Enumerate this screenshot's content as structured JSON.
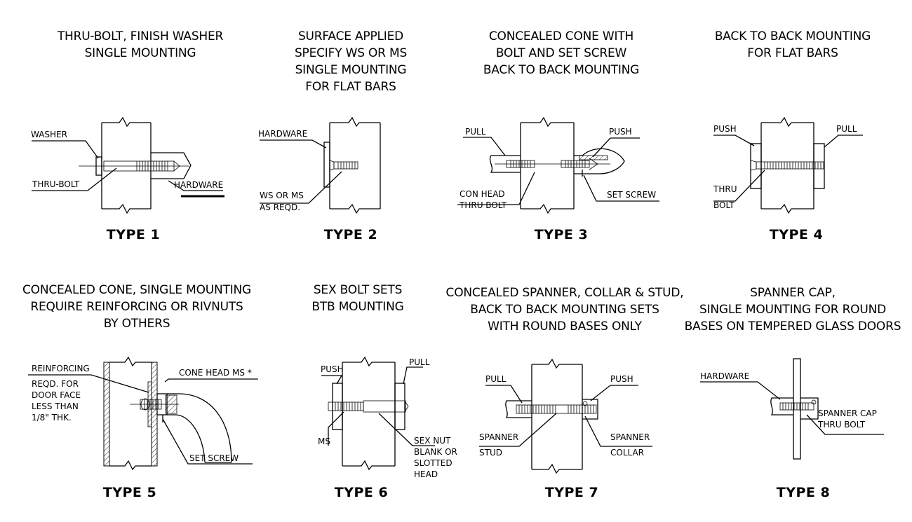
{
  "panels": [
    {
      "id": "type1",
      "heading": [
        "THRU-BOLT, FINISH WASHER",
        "SINGLE MOUNTING"
      ],
      "type_label": "TYPE 1",
      "callouts": {
        "washer": "WASHER",
        "thru_bolt": "THRU-BOLT",
        "hardware": "HARDWARE"
      }
    },
    {
      "id": "type2",
      "heading": [
        "SURFACE APPLIED",
        "SPECIFY WS OR MS",
        "SINGLE MOUNTING",
        "FOR FLAT BARS"
      ],
      "type_label": "TYPE 2",
      "callouts": {
        "hardware": "HARDWARE",
        "ws_ms_1": "WS OR MS",
        "ws_ms_2": "AS REQD."
      }
    },
    {
      "id": "type3",
      "heading": [
        "CONCEALED CONE WITH",
        "BOLT AND SET SCREW",
        "BACK TO BACK MOUNTING"
      ],
      "type_label": "TYPE 3",
      "callouts": {
        "pull": "PULL",
        "push": "PUSH",
        "con_head_1": "CON HEAD",
        "con_head_2": "THRU BOLT",
        "set_screw": "SET SCREW"
      }
    },
    {
      "id": "type4",
      "heading": [
        "BACK TO BACK MOUNTING",
        "FOR FLAT BARS"
      ],
      "type_label": "TYPE 4",
      "callouts": {
        "push": "PUSH",
        "pull": "PULL",
        "thru_1": "THRU",
        "thru_2": "BOLT"
      }
    },
    {
      "id": "type5",
      "heading": [
        "CONCEALED CONE, SINGLE MOUNTING",
        "REQUIRE REINFORCING OR RIVNUTS",
        "BY OTHERS"
      ],
      "type_label": "TYPE 5",
      "callouts": {
        "reinf_1": "REINFORCING",
        "reinf_2": "REQD. FOR",
        "reinf_3": "DOOR FACE",
        "reinf_4": "LESS THAN",
        "reinf_5": "1/8\" THK.",
        "cone_head": "CONE HEAD MS *",
        "set_screw": "SET SCREW"
      }
    },
    {
      "id": "type6",
      "heading": [
        "SEX BOLT SETS",
        "BTB MOUNTING"
      ],
      "type_label": "TYPE 6",
      "callouts": {
        "push": "PUSH",
        "pull": "PULL",
        "ms": "MS",
        "sex_1": "SEX NUT",
        "sex_2": "BLANK OR",
        "sex_3": "SLOTTED",
        "sex_4": "HEAD"
      }
    },
    {
      "id": "type7",
      "heading": [
        "CONCEALED SPANNER, COLLAR & STUD,",
        "BACK TO BACK MOUNTING SETS",
        "WITH ROUND BASES ONLY"
      ],
      "type_label": "TYPE 7",
      "callouts": {
        "pull": "PULL",
        "push": "PUSH",
        "stud_1": "SPANNER",
        "stud_2": "STUD",
        "collar_1": "SPANNER",
        "collar_2": "COLLAR"
      }
    },
    {
      "id": "type8",
      "heading": [
        "SPANNER CAP,",
        "SINGLE MOUNTING FOR ROUND",
        "BASES ON TEMPERED GLASS DOORS"
      ],
      "type_label": "TYPE 8",
      "callouts": {
        "hardware": "HARDWARE",
        "cap_1": "SPANNER CAP",
        "cap_2": "THRU BOLT"
      }
    }
  ]
}
